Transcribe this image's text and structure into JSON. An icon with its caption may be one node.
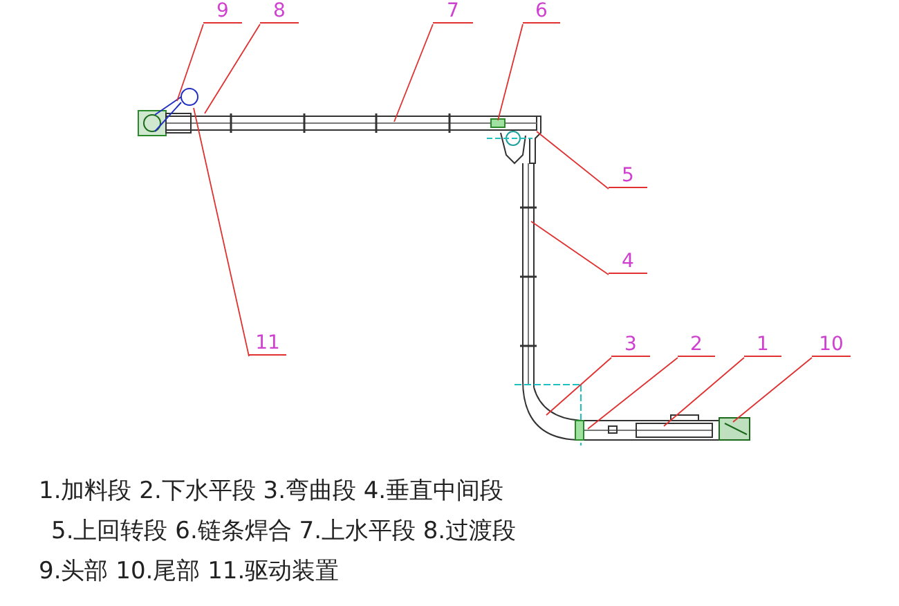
{
  "diagram": {
    "nodes": [
      {
        "text": [
          "9"
        ]
      },
      {
        "text": [
          "8"
        ]
      },
      {
        "text": [
          "7"
        ]
      },
      {
        "text": [
          "6"
        ]
      },
      {
        "text": [
          "5"
        ]
      },
      {
        "text": [
          "4"
        ]
      },
      {
        "text": [
          "11"
        ]
      },
      {
        "text": [
          "3"
        ]
      },
      {
        "text": [
          "2"
        ]
      },
      {
        "text": [
          "1"
        ]
      },
      {
        "text": [
          "10"
        ]
      }
    ],
    "edges": [
      {
        "from": 0,
        "to": null,
        "arrow": "none"
      },
      {
        "from": 1,
        "to": null,
        "arrow": "none"
      },
      {
        "from": 2,
        "to": null,
        "arrow": "none"
      },
      {
        "from": 3,
        "to": null,
        "arrow": "none"
      },
      {
        "from": 4,
        "to": null,
        "arrow": "none"
      },
      {
        "from": 5,
        "to": null,
        "arrow": "none"
      },
      {
        "from": 6,
        "to": null,
        "arrow": "none"
      },
      {
        "from": 7,
        "to": null,
        "arrow": "none"
      },
      {
        "from": 8,
        "to": null,
        "arrow": "none"
      },
      {
        "from": 9,
        "to": null,
        "arrow": "none"
      },
      {
        "from": 10,
        "to": null,
        "arrow": "none"
      }
    ],
    "labels": [
      "1.加料段 2.下水平段 3.弯曲段 4.垂直中间段",
      "5.上回转段 6.链条焊合 7.上水平段 8.过渡段",
      "9.头部 10.尾部 11.驱动装置"
    ]
  }
}
